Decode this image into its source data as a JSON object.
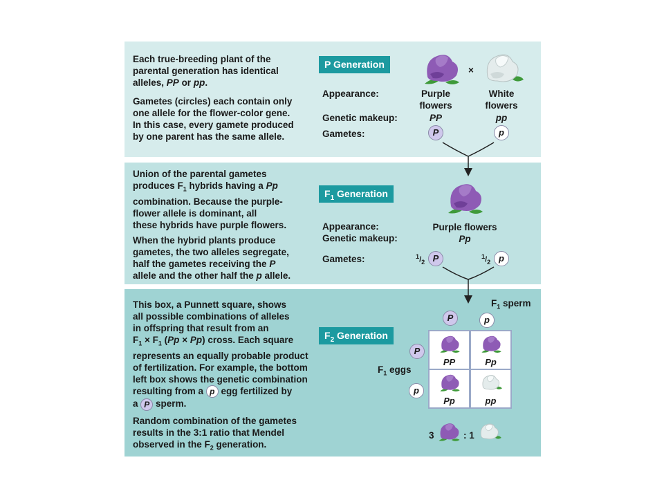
{
  "panel1": {
    "para1": [
      "Each true-breeding plant of the",
      "parental generation has identical",
      "alleles, PP or pp."
    ],
    "para2": [
      "Gametes (circles) each contain only",
      "one allele for the flower-color gene.",
      "In this case, every gamete produced",
      "by one parent has the same allele."
    ],
    "gen_label": "P Generation",
    "appearance_label": "Appearance:",
    "genetic_label": "Genetic makeup:",
    "gametes_label": "Gametes:",
    "cross_symbol": "×",
    "purple": {
      "line1": "Purple",
      "line2": "flowers",
      "genotype": "PP",
      "gamete": "P"
    },
    "white": {
      "line1": "White",
      "line2": "flowers",
      "genotype": "pp",
      "gamete": "p"
    }
  },
  "panel2": {
    "para1": [
      "Union of the parental gametes",
      "produces F1 hybrids having a Pp",
      "combination. Because the purple-",
      "flower allele is dominant, all",
      "these hybrids have purple flowers."
    ],
    "para2": [
      "When the hybrid plants produce",
      "gametes, the two alleles segregate,",
      "half the gametes receiving the P",
      "allele and the other half the p allele."
    ],
    "gen_label_main": "F",
    "gen_label_sub": "1",
    "gen_label_rest": " Generation",
    "appearance_label": "Appearance:",
    "genetic_label": "Genetic makeup:",
    "gametes_label": "Gametes:",
    "appearance_value": "Purple flowers",
    "genotype_value": "Pp",
    "half_num": "1",
    "half_den": "2",
    "gamete_dom": "P",
    "gamete_rec": "p"
  },
  "panel3": {
    "para1": [
      "This box, a Punnett square, shows",
      "all possible combinations of alleles",
      "in offspring that result from an",
      "F1 × F1 (Pp × Pp) cross. Each square",
      "represents an equally probable product",
      "of fertilization. For example, the bottom",
      "left box shows the genetic combination"
    ],
    "para1_line8_a": "resulting from a",
    "para1_line8_gamete": "p",
    "para1_line8_b": "egg fertilized by",
    "para1_line9_a": "a",
    "para1_line9_gamete": "P",
    "para1_line9_b": "sperm.",
    "para2": [
      "Random combination of the gametes",
      "results in the 3:1 ratio that Mendel",
      "observed in the F2 generation."
    ],
    "gen_label_main": "F",
    "gen_label_sub": "2",
    "gen_label_rest": " Generation",
    "sperm_label": "F1 sperm",
    "eggs_label": "F1 eggs",
    "sperm_gametes": [
      "P",
      "p"
    ],
    "egg_gametes": [
      "P",
      "p"
    ],
    "cells": [
      "PP",
      "Pp",
      "Pp",
      "pp"
    ],
    "ratio_left": "3",
    "ratio_right": ": 1"
  },
  "colors": {
    "purple_flower": "#8e5bb5",
    "white_flower": "#e4ecec",
    "leaf": "#3f9a3a",
    "label_bg": "#1c9aa0"
  }
}
